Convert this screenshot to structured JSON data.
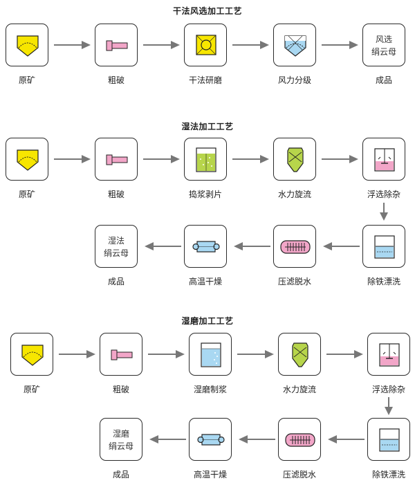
{
  "sections": [
    {
      "title": "干法风选加工工艺",
      "steps": [
        "原矿",
        "粗破",
        "干法研磨",
        "风力分级",
        "成品"
      ],
      "product_text": [
        "风选",
        "绢云母"
      ]
    },
    {
      "title": "湿法加工工艺",
      "steps": [
        "原矿",
        "粗破",
        "捣浆剥片",
        "水力旋流",
        "浮选除杂",
        "除铁漂洗",
        "压滤脱水",
        "高温干燥",
        "成品"
      ],
      "product_text": [
        "湿法",
        "绢云母"
      ]
    },
    {
      "title": "湿磨加工工艺",
      "steps": [
        "原矿",
        "粗破",
        "湿磨制浆",
        "水力旋流",
        "浮选除杂",
        "除铁漂洗",
        "压滤脱水",
        "高温干燥",
        "成品"
      ],
      "product_text": [
        "湿磨",
        "绢云母"
      ]
    }
  ],
  "colors": {
    "yellow": "#f7e600",
    "pink": "#f2a6c8",
    "green": "#b7d54b",
    "blue": "#a9d8f2",
    "arrow": "#777777"
  },
  "icons": {
    "crusher": "raw-ore-icon",
    "primary": "jaw-crusher-icon",
    "mill": "mill-icon",
    "classifier": "air-classifier-icon",
    "slurry_tank": "slurry-tank-icon",
    "hydrocyclone": "hydrocyclone-icon",
    "flotation": "flotation-cell-icon",
    "wash_tank": "iron-removal-wash-icon",
    "filter_press": "filter-press-icon",
    "dryer": "dryer-icon"
  }
}
